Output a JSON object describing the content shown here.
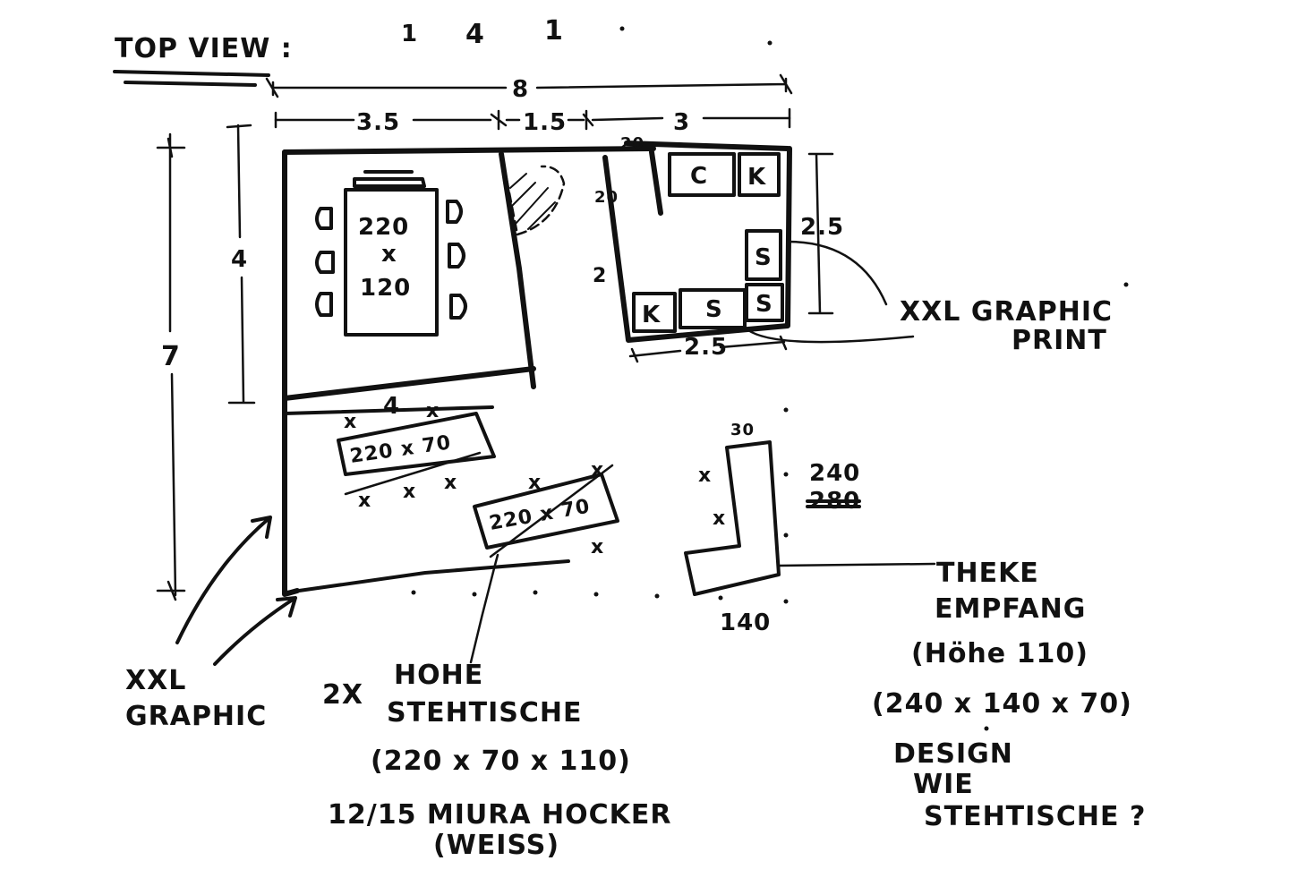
{
  "title": "TOP VIEW :",
  "top_marks": [
    "1",
    "4",
    "1"
  ],
  "dimensions": {
    "total_width": "8",
    "width_a": "3.5",
    "width_b": "1.5",
    "width_c": "3",
    "total_height": "7",
    "room_height": "4",
    "room_width": "4",
    "kitchen_height": "2.5",
    "kitchen_side": "2",
    "kitchen_width": "2.5",
    "kitchen_wall_top": "20",
    "kitchen_wall_side": "20",
    "counter_depth": "30",
    "counter_length": "240",
    "counter_length_struck": "280",
    "counter_width": "140"
  },
  "conference_table": {
    "line1": "220",
    "line2": "x",
    "line3": "120"
  },
  "kitchen_units": {
    "c": "C",
    "k_top": "K",
    "s_right1": "S",
    "s_right2": "S",
    "s_bottom": "S",
    "k_bottom": "K"
  },
  "standing_table_1": "220 x 70",
  "standing_table_2": "220 x 70",
  "labels": {
    "xxl_graphic_print": [
      "XXL GRAPHIC",
      "PRINT"
    ],
    "xxl_graphic": [
      "XXL",
      "GRAPHIC"
    ],
    "standing_tables": [
      "2X",
      "HOHE",
      "STEHTISCHE"
    ],
    "standing_tables_dims": "(220 x 70 x 110)",
    "stools": [
      "12/15 MIURA HOCKER",
      "(WEISS)"
    ],
    "counter": [
      "THEKE",
      "EMPFANG",
      "(Höhe 110)"
    ],
    "counter_dims": "(240 x 140 x 70)",
    "design_note": [
      "DESIGN",
      "WIE",
      "STEHTISCHE ?"
    ]
  }
}
